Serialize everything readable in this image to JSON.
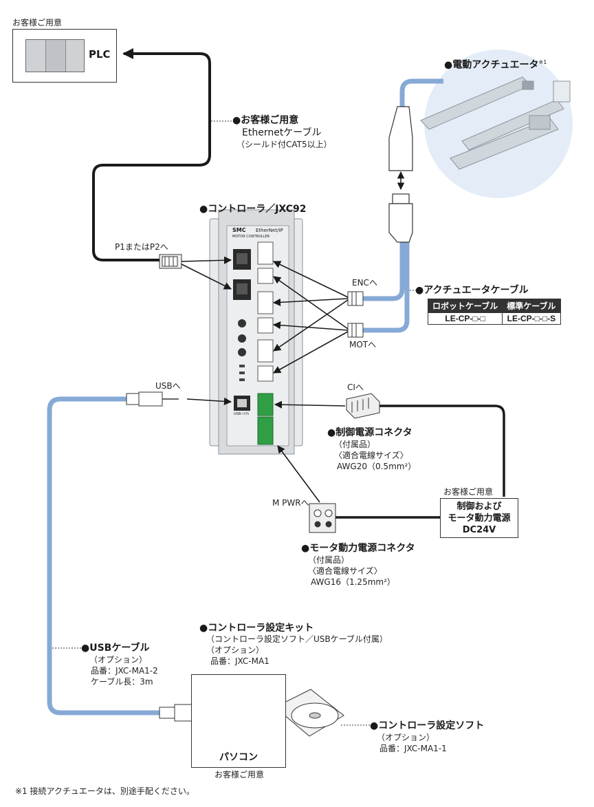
{
  "plc": {
    "owner_label": "お客様ご用意",
    "name": "PLC"
  },
  "ethernet": {
    "title": "●お客様ご用意",
    "line2": "Ethernetケーブル",
    "note": "（シールド付CAT5以上）"
  },
  "port_label": "P1またはP2へ",
  "controller": {
    "title": "●コントローラ／JXC92",
    "brand": "SMC",
    "protocol": "EtherNet/IP",
    "subtitle": "MOTOR CONTROLLER",
    "usb_label": "USB-ｼﾘｱﾙ"
  },
  "actuator": {
    "title": "●電動アクチュエータ",
    "footnote_mark": "※1"
  },
  "actuator_cable": {
    "title": "●アクチュエータケーブル",
    "headers": [
      "ロボットケーブル",
      "標準ケーブル"
    ],
    "values": [
      "LE-CP-□-□",
      "LE-CP-□-□-S"
    ]
  },
  "enc_label": "ENCへ",
  "mot_label": "MOTへ",
  "ci_label": "CIへ",
  "usb_to_label": "USBへ",
  "ctrl_power_connector": {
    "title": "●制御電源コネクタ",
    "l1": "（付属品）",
    "l2": "〈適合電線サイズ〉",
    "l3": "AWG20（0.5mm²）"
  },
  "mpwr_label": "M PWRへ",
  "motor_power_connector": {
    "title": "●モータ動力電源コネクタ",
    "l1": "（付属品）",
    "l2": "〈適合電線サイズ〉",
    "l3": "AWG16（1.25mm²）"
  },
  "power_supply": {
    "owner_label": "お客様ご用意",
    "l1": "制御および",
    "l2": "モータ動力電源",
    "l3": "DC24V"
  },
  "usb_cable": {
    "title": "●USBケーブル",
    "l1": "（オプション）",
    "l2": "品番：JXC-MA1-2",
    "l3": "ケーブル長：3m"
  },
  "setup_kit": {
    "title": "●コントローラ設定キット",
    "l1": "（コントローラ設定ソフト／USBケーブル付属）",
    "l2": "（オプション）",
    "l3": "品番：JXC-MA1"
  },
  "pc": {
    "name": "パソコン",
    "owner_label": "お客様ご用意"
  },
  "software": {
    "title": "●コントローラ設定ソフト",
    "l1": "（オプション）",
    "l2": "品番：JXC-MA1-1"
  },
  "footnote": "※1 接続アクチュエータは、別途手配ください。",
  "colors": {
    "cable_blue": "#86a9d6",
    "wire_black": "#1a1a1a",
    "accent_green": "#2f9e44"
  }
}
